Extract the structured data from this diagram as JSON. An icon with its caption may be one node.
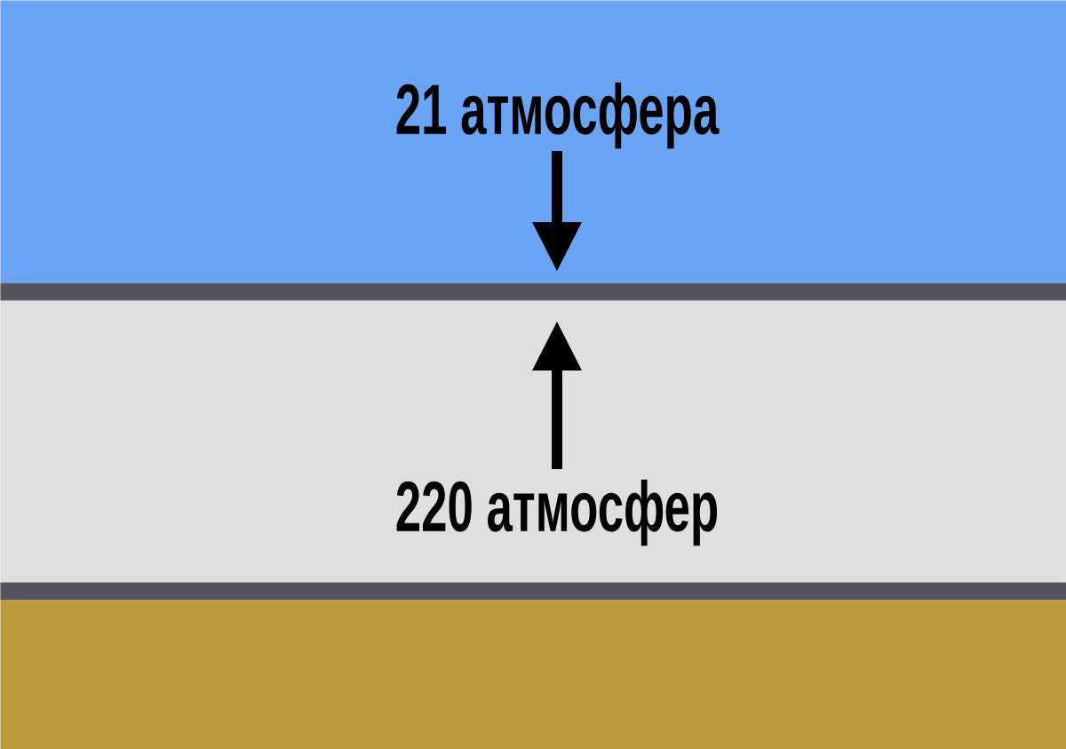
{
  "diagram": {
    "nodes": [
      {
        "text": [
          "21 атмосфера"
        ]
      },
      {
        "text": [],
        "shape": "bar"
      },
      {
        "text": [
          "220 атмосфер"
        ]
      },
      {
        "text": [],
        "shape": "bar"
      },
      {
        "text": [],
        "shape": "bar"
      }
    ]
  }
}
